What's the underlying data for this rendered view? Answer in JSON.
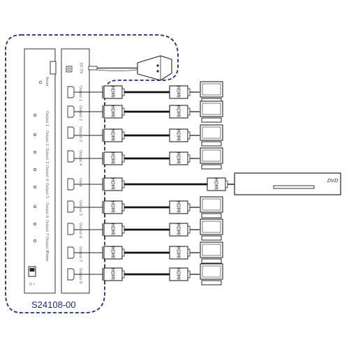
{
  "model": "S24108-00",
  "power_panel": {
    "reset_label": "Reset",
    "output_labels": [
      "Output 1",
      "Output 2",
      "Output 3",
      "Output 4",
      "Output 5",
      "Output 6",
      "Output 7",
      "Output 8"
    ],
    "power_label": "Power",
    "switch_marks": "O   I"
  },
  "io_panel": {
    "dc_label": "DC 5V",
    "port_labels": [
      "Output 1",
      "Output 2",
      "Output 3",
      "Output 4",
      "Input",
      "Output 5",
      "Output 6",
      "Output 7",
      "Output 8"
    ]
  },
  "connector_label": "HDMI",
  "source_label": "DVD",
  "input_row_index": 4
}
